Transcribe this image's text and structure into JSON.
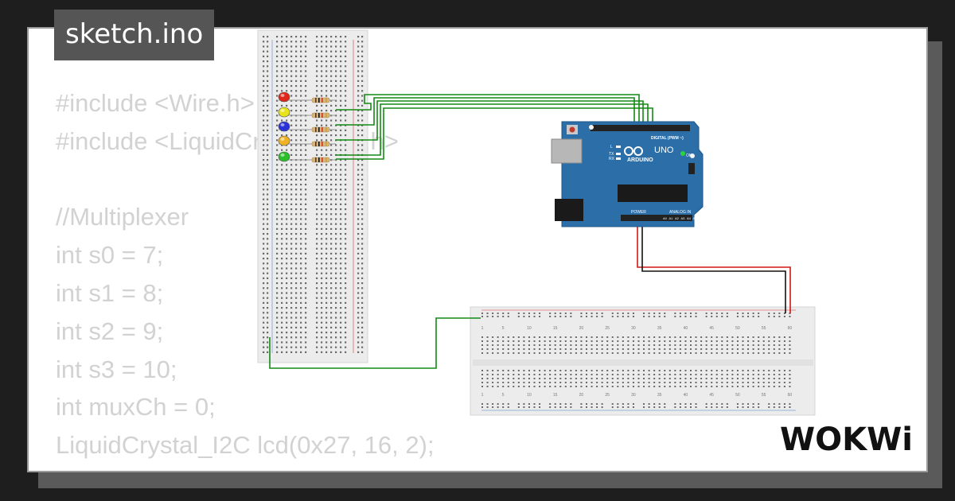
{
  "title": "sketch.ino",
  "code_lines": [
    "#include <Wire.h>",
    "#include <LiquidCrystal_I2C.h>",
    "",
    "//Multiplexer",
    "int s0 = 7;",
    "int s1 = 8;",
    "int s2 = 9;",
    "int s3 = 10;",
    "int muxCh = 0;",
    "LiquidCrystal_I2C lcd(0x27, 16, 2);"
  ],
  "arduino": {
    "brand": "ARDUINO",
    "model": "UNO",
    "digital_label": "DIGITAL (PWM ~)",
    "power_label": "POWER",
    "analog_label": "ANALOG IN",
    "on_label": "ON",
    "l_label": "L",
    "tx_label": "TX",
    "rx_label": "RX",
    "analog_pins": [
      "A0",
      "A1",
      "A2",
      "A3",
      "A4",
      "A5"
    ]
  },
  "breadboard_columns": [
    "1",
    "5",
    "10",
    "15",
    "20",
    "25",
    "30",
    "35",
    "40",
    "45",
    "50",
    "55",
    "60"
  ],
  "led_colors": [
    "#e0261b",
    "#e8e21a",
    "#2a33d8",
    "#f0b225",
    "#2bc02b"
  ],
  "wire_colors": {
    "signal": "#138a13",
    "power": "#d01818",
    "ground": "#111111"
  },
  "logo_text": "WOKWi"
}
